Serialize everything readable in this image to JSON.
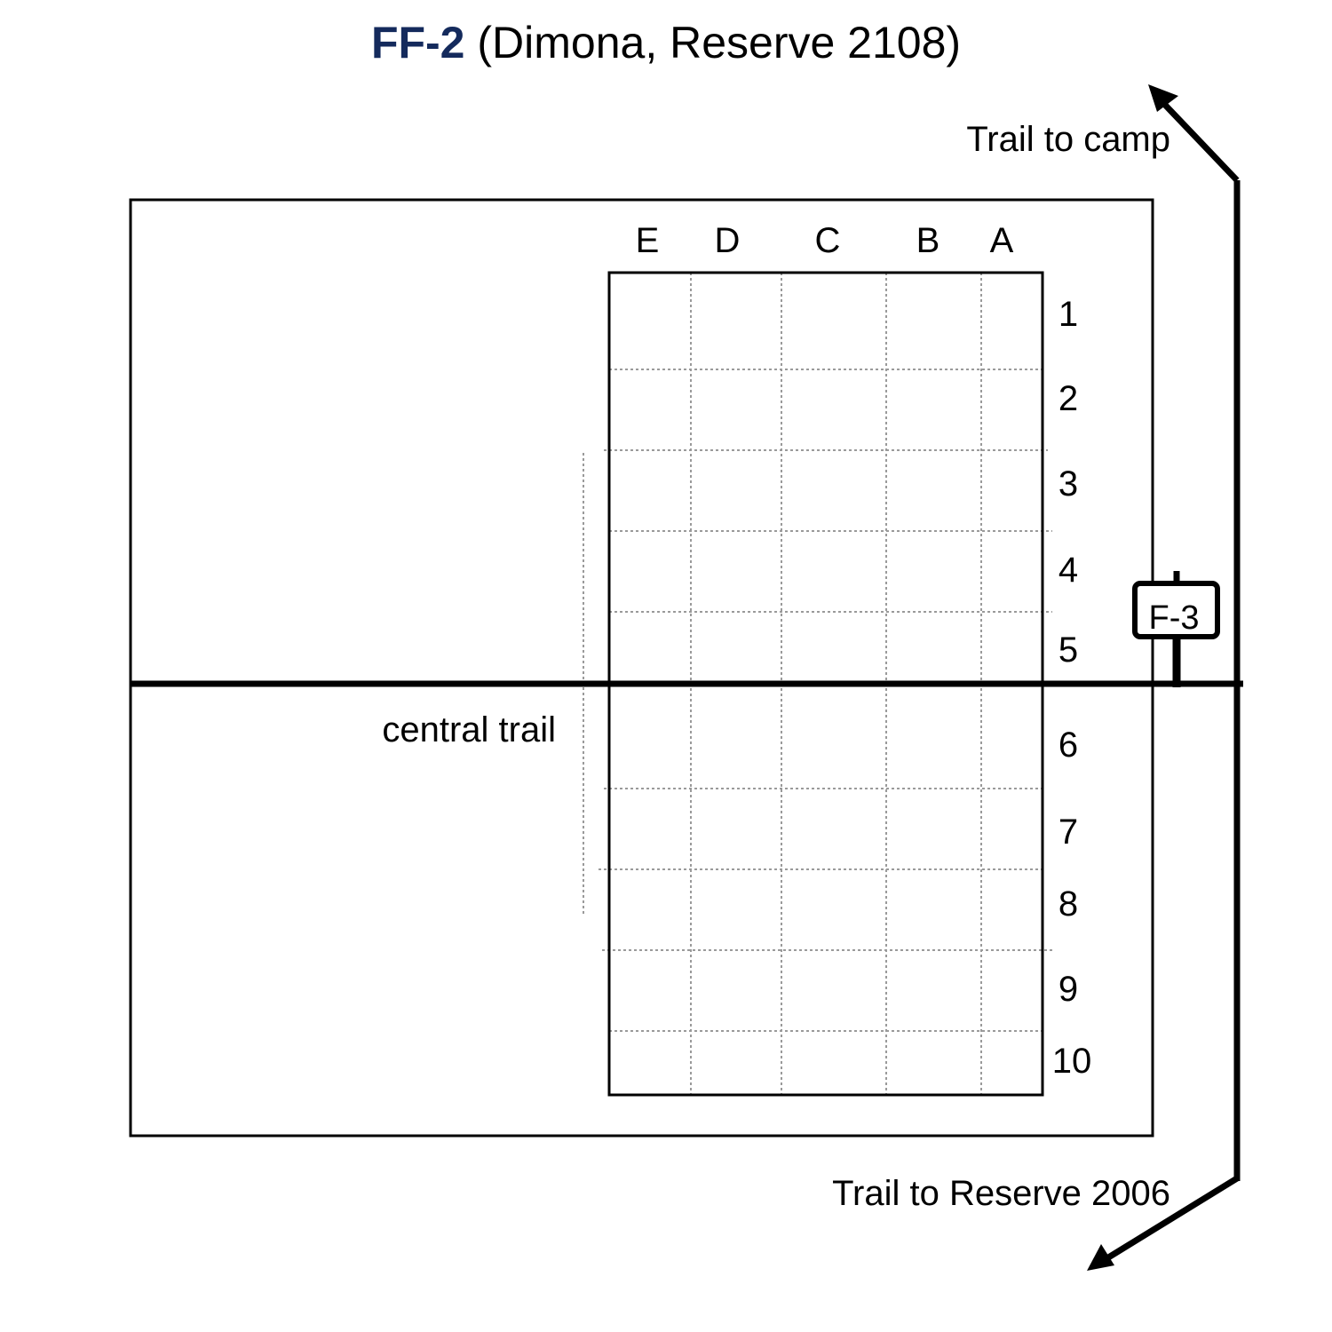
{
  "title": {
    "code": "FF-2",
    "rest": " (Dimona, Reserve 2108)",
    "code_color": "#142a5c"
  },
  "grid": {
    "columns": [
      "E",
      "D",
      "C",
      "B",
      "A"
    ],
    "rows": [
      "1",
      "2",
      "3",
      "4",
      "5",
      "6",
      "7",
      "8",
      "9",
      "10"
    ]
  },
  "labels": {
    "central_trail": "central trail",
    "trail_to_camp": "Trail to camp",
    "trail_to_reserve": "Trail to Reserve 2006",
    "sign": "F-3"
  },
  "icons": {
    "north_arrow": "arrow-up-left",
    "south_arrow": "arrow-down-left",
    "sign": "signpost-icon"
  }
}
